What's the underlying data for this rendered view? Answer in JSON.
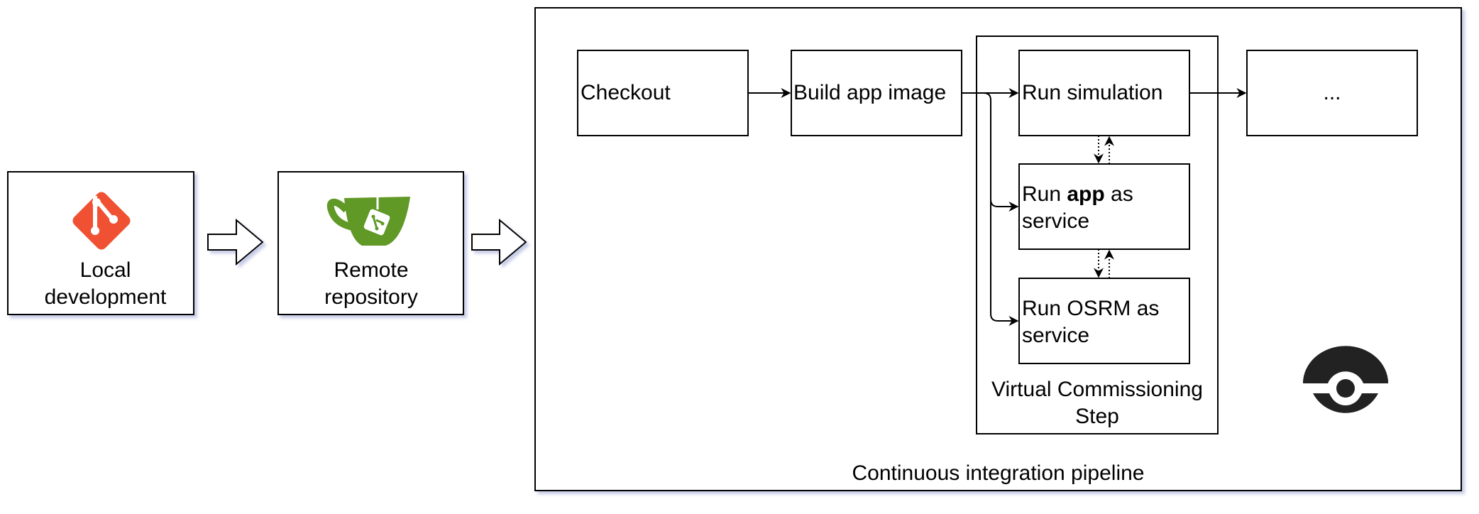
{
  "left_boxes": {
    "local": {
      "line1": "Local",
      "line2": "development",
      "icon": "git-icon",
      "icon_color": "#F05133"
    },
    "remote": {
      "line1": "Remote",
      "line2": "repository",
      "icon": "gitea-icon",
      "icon_color": "#609926"
    }
  },
  "pipeline": {
    "label": "Continuous integration pipeline",
    "logo": "drone-ci-icon",
    "steps": {
      "checkout": "Checkout",
      "build": "Build app image",
      "next": "..."
    },
    "vc_group": {
      "label_line1": "Virtual Commissioning",
      "label_line2": "Step",
      "simulation": "Run simulation",
      "app_prefix": "Run ",
      "app_bold": "app",
      "app_suffix": " as",
      "app_line2": "service",
      "osrm_line1": "Run OSRM as",
      "osrm_line2": "service"
    }
  },
  "colors": {
    "stroke": "#000000",
    "shadow": "#C8CCE8",
    "logo": "#222222"
  }
}
